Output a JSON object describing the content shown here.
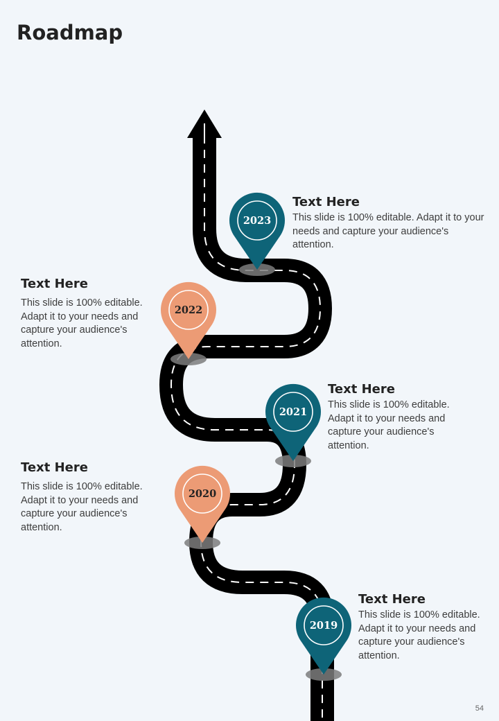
{
  "page": {
    "title": "Roadmap",
    "page_number": "54"
  },
  "colors": {
    "background": "#f2f6fa",
    "road": "#000000",
    "teal": "#0e6478",
    "orange": "#ec9b75"
  },
  "milestones": [
    {
      "year": "2023",
      "color": "teal",
      "heading": "Text Here",
      "body": "This slide is 100% editable. Adapt it to your needs and capture your audience's attention."
    },
    {
      "year": "2022",
      "color": "orange",
      "heading": "Text Here",
      "body": "This slide is 100% editable. Adapt it to your needs and capture your audience's attention."
    },
    {
      "year": "2021",
      "color": "teal",
      "heading": "Text Here",
      "body": "This slide is 100% editable. Adapt it to your needs and capture your audience's attention."
    },
    {
      "year": "2020",
      "color": "orange",
      "heading": "Text Here",
      "body": "This slide is 100% editable. Adapt it to your needs and capture your audience's attention."
    },
    {
      "year": "2019",
      "color": "teal",
      "heading": "Text Here",
      "body": "This slide is 100% editable. Adapt it to your needs and capture your audience's attention."
    }
  ]
}
